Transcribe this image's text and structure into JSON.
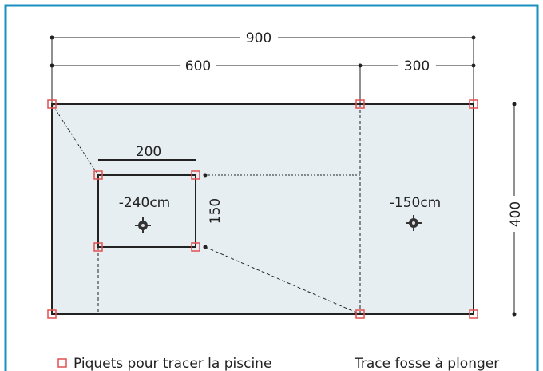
{
  "dimensions": {
    "total_width": "900",
    "left_width": "600",
    "right_width": "300",
    "total_height": "400",
    "pit_width": "200",
    "pit_height": "150"
  },
  "depths": {
    "pit": "-240cm",
    "shallow": "-150cm"
  },
  "legend": {
    "stakes_label": "Piquets pour tracer la piscine",
    "pit_trace_label": "Trace fosse à plonger"
  },
  "colors": {
    "frame_border": "#1a8fc0",
    "pool_fill": "#e6eef2",
    "pool_outline": "#222222",
    "stake_marker": "#e05050",
    "text": "#222222"
  },
  "icons": {
    "center_marker": "crosshair-target-icon",
    "stake": "square-stake-icon"
  }
}
